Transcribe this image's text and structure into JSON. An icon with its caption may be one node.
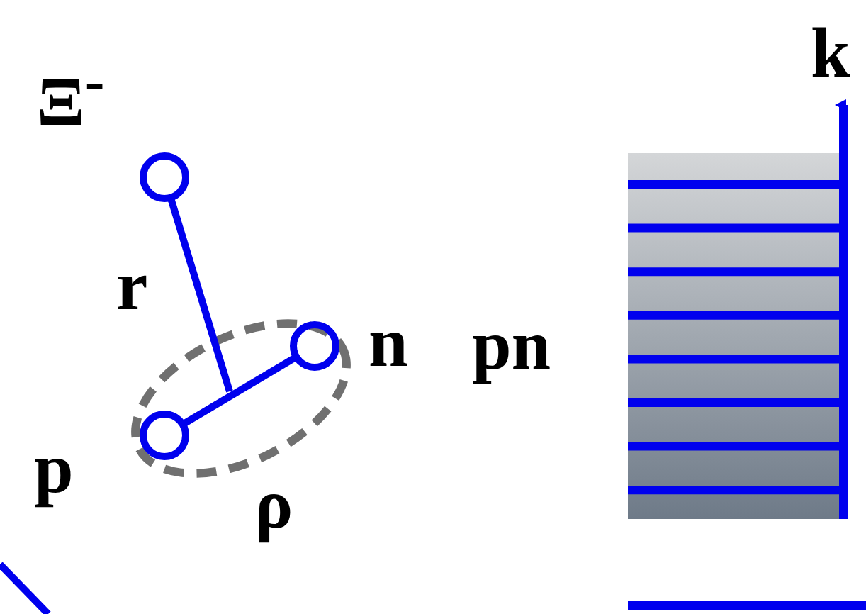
{
  "diagram": {
    "nodes": [
      {
        "text": [],
        "shape": "circle",
        "beside": [
          "Ξ$^{-}$"
        ]
      },
      {
        "text": [],
        "shape": "ellipse"
      },
      {
        "text": [],
        "shape": "circle",
        "beside": [
          "p"
        ],
        "in": 1
      },
      {
        "text": [],
        "shape": "circle",
        "beside": [
          "n"
        ],
        "in": 1
      }
    ],
    "edges": [
      {
        "from": 0,
        "to": null,
        "arrow": "none",
        "label": "r"
      },
      {
        "from": 2,
        "to": 3,
        "arrow": "none",
        "label": "ρ"
      }
    ],
    "labels": [
      "k",
      "pn"
    ]
  }
}
